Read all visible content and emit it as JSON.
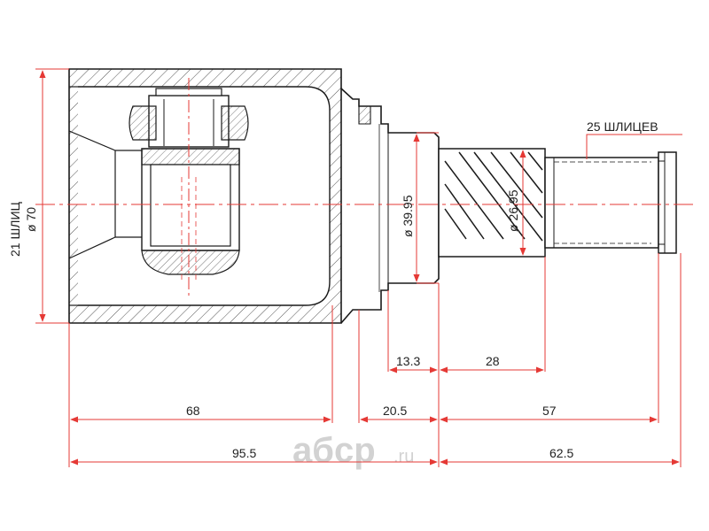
{
  "colors": {
    "outline": "#1a1a1a",
    "dimension": "#e53935",
    "centerline": "#e53935",
    "hatch": "#555555",
    "watermark": "#d2d2d2"
  },
  "labels": {
    "left_splines": "21 ШЛИЦ",
    "left_diameter": "ø 70",
    "right_splines": "25 ШЛИЦЕВ",
    "dia_body": "ø 39.95",
    "dia_shaft": "ø 26.95"
  },
  "dimensions": {
    "d_13_3": "13.3",
    "d_28": "28",
    "d_68": "68",
    "d_20_5": "20.5",
    "d_57": "57",
    "d_95_5": "95.5",
    "d_62_5": "62.5"
  },
  "watermark": {
    "brand": "aбcp",
    "tld": ".ru"
  }
}
